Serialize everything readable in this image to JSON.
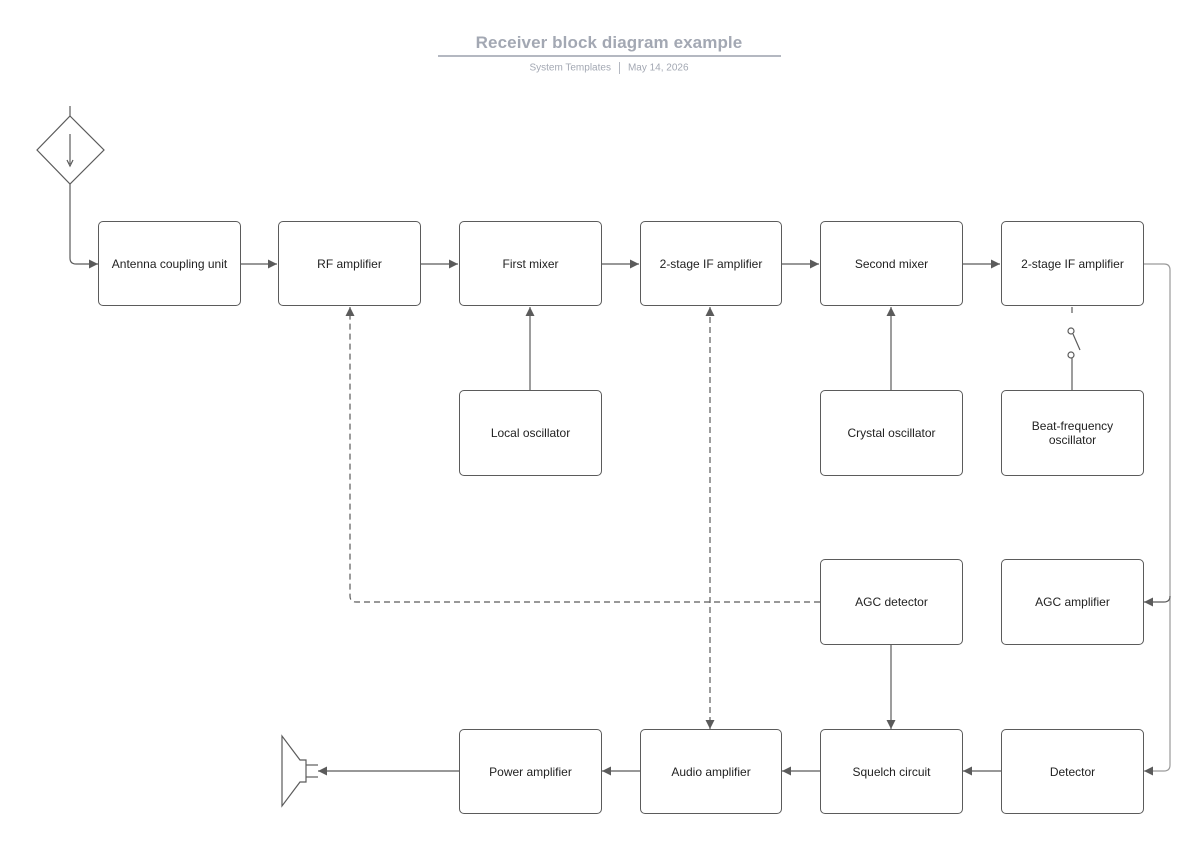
{
  "header": {
    "title": "Receiver block diagram example",
    "source": "System Templates",
    "date": "May 14, 2026"
  },
  "blocks": {
    "antenna_coupling_unit": "Antenna coupling unit",
    "rf_amplifier": "RF amplifier",
    "first_mixer": "First mixer",
    "if_amplifier_1": "2-stage IF amplifier",
    "second_mixer": "Second mixer",
    "if_amplifier_2": "2-stage IF amplifier",
    "local_oscillator": "Local oscillator",
    "crystal_oscillator": "Crystal oscillator",
    "beat_frequency_oscillator": "Beat-frequency\noscillator",
    "agc_detector": "AGC detector",
    "agc_amplifier": "AGC amplifier",
    "power_amplifier": "Power amplifier",
    "audio_amplifier": "Audio amplifier",
    "squelch_circuit": "Squelch circuit",
    "detector": "Detector"
  },
  "colors": {
    "line": "#5b5b5b",
    "title": "#a3a8b3"
  },
  "icons": {
    "antenna": "antenna-icon",
    "speaker": "speaker-icon",
    "switch": "switch-icon"
  }
}
